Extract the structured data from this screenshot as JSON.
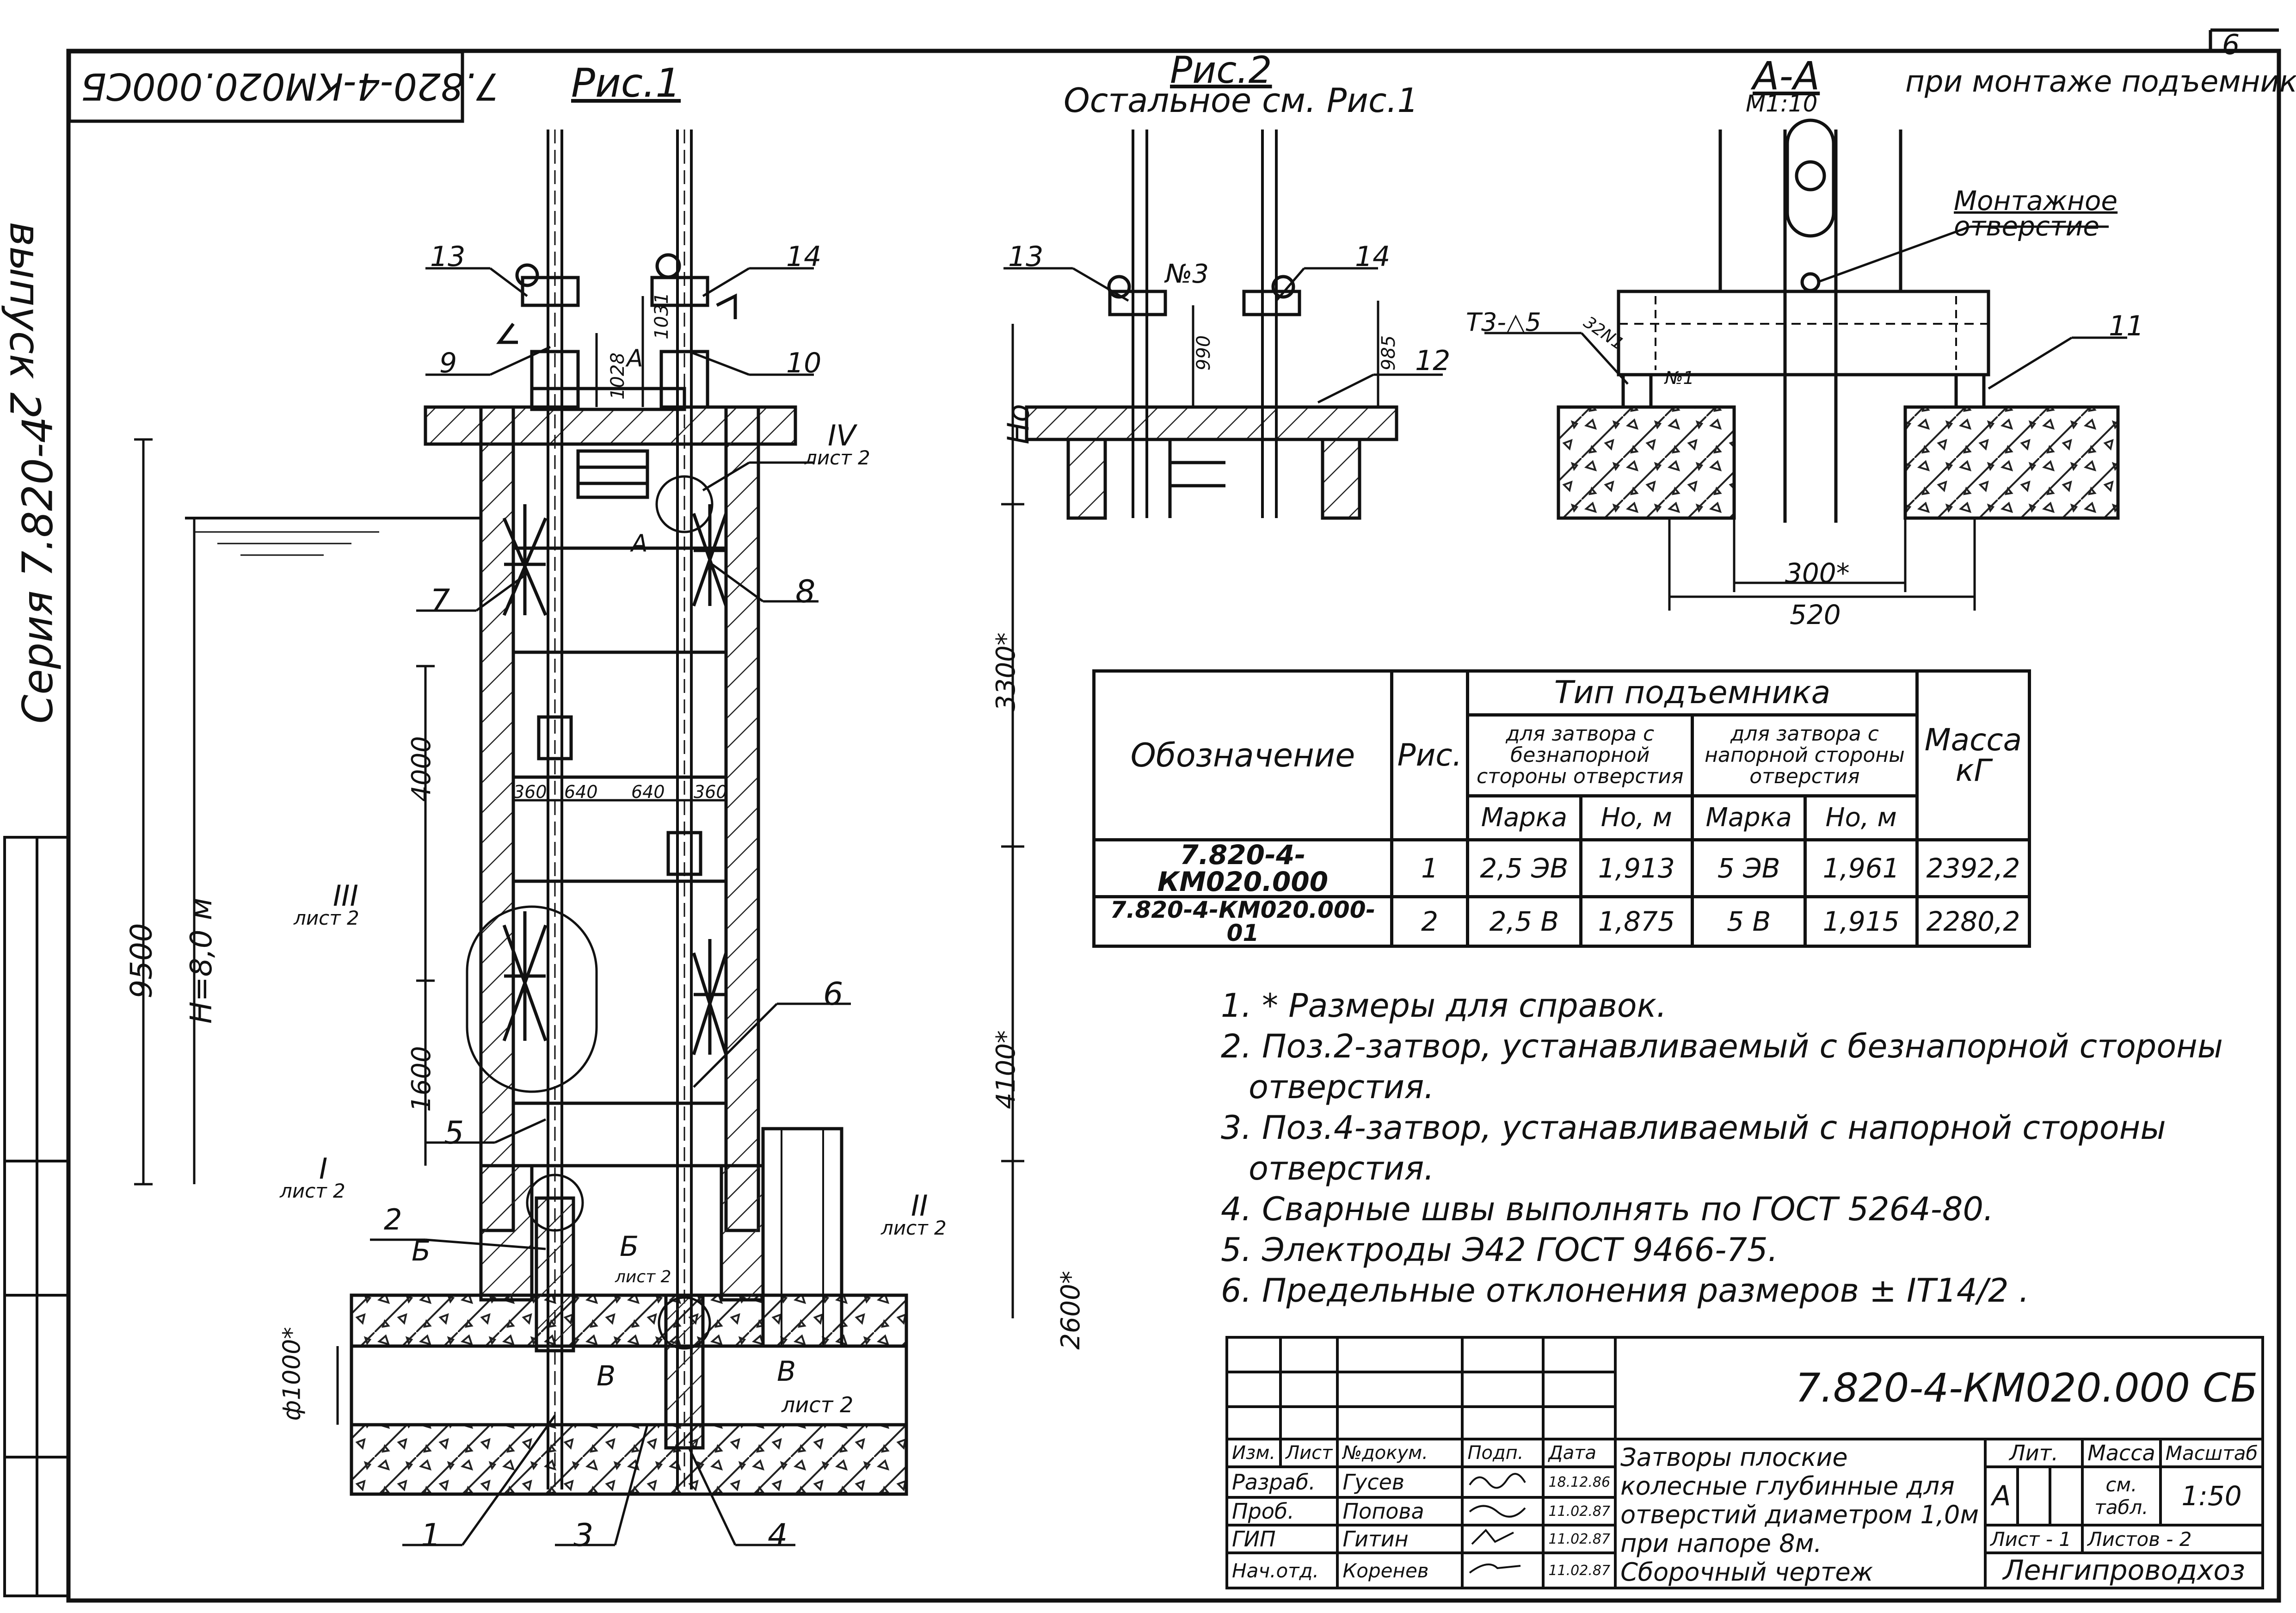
{
  "sheet": {
    "sheet_number": "6",
    "stamp_code_mirrored": "7.820-4-КМ020.000СБ",
    "series_margin": "Серия 7.820-4",
    "series_margin_tail": "выпуск 2"
  },
  "figures": {
    "fig1_title": "Рис.1",
    "fig2_title": "Рис.2",
    "fig2_subtitle": "Остальное см. Рис.1",
    "section_title": "А-А",
    "section_scale": "М1:10",
    "section_note": "при монтаже подъемника",
    "mounting_hole_label_line1": "Монтажное",
    "mounting_hole_label_line2": "отверстие"
  },
  "fig1_labels": {
    "pos13": "13",
    "pos14": "14",
    "pos9": "9",
    "pos10": "10",
    "pos7": "7",
    "pos8": "8",
    "pos6": "6",
    "pos5": "5",
    "pos2": "2",
    "pos1": "1",
    "pos3": "3",
    "pos4": "4",
    "dim1028": "1028",
    "dim1031": "1031",
    "sectA": "А",
    "sectA2": "А",
    "ho": "Но",
    "dim9500": "9500",
    "dimH": "Н=8,0 м",
    "dim4000": "4000",
    "dim1600": "1600",
    "dim3300": "3300*",
    "dim4100": "4100*",
    "dim2600": "2600*",
    "dim360a": "360",
    "dim640a": "640",
    "dim640b": "640",
    "dim360b": "360",
    "callIV": "IV",
    "callIV_sheet": "лист 2",
    "callIII": "III",
    "callIII_sheet": "лист 2",
    "callI": "I",
    "callI_sheet": "лист 2",
    "callII": "II",
    "callII_sheet": "лист 2",
    "sectB": "Б",
    "sectB2": "Б",
    "sectB_sheet": "лист 2",
    "sectV": "В",
    "sectV2": "В",
    "sectV_sheet": "лист 2",
    "diam": "ф1000*"
  },
  "fig2_labels": {
    "pos13": "13",
    "pos14": "14",
    "no3": "№3",
    "pos12": "12",
    "dim990": "990",
    "dim985": "985"
  },
  "section_labels": {
    "pos11": "11",
    "weld": "Т3-△5",
    "weld_len": "32N1",
    "no1": "№1",
    "dim300": "300*",
    "dim520": "520"
  },
  "spec_table": {
    "col_designation": "Обозначение",
    "col_fig": "Рис.",
    "col_type": "Тип подъемника",
    "col_type_a": "для затвора с безнапорной стороны отверстия",
    "col_type_b": "для затвора с напорной стороны отверстия",
    "col_mass": "Масса кГ",
    "sub_mark_a": "Марка",
    "sub_h_a": "Но, м",
    "sub_mark_b": "Марка",
    "sub_h_b": "Но, м",
    "rows": [
      {
        "designation": "7.820-4-КМ020.000",
        "fig": "1",
        "mark_a": "2,5 ЭВ",
        "h_a": "1,913",
        "mark_b": "5 ЭВ",
        "h_b": "1,961",
        "mass": "2392,2"
      },
      {
        "designation": "7.820-4-КМ020.000-01",
        "fig": "2",
        "mark_a": "2,5 В",
        "h_a": "1,875",
        "mark_b": "5 В",
        "h_b": "1,915",
        "mass": "2280,2"
      }
    ]
  },
  "notes": [
    "1. * Размеры для справок.",
    "2. Поз.2-затвор, устанавливаемый с безнапорной стороны",
    "отверстия.",
    "3. Поз.4-затвор, устанавливаемый с напорной стороны",
    "отверстия.",
    "4. Сварные швы выполнять по ГОСТ 5264-80.",
    "5. Электроды Э42 ГОСТ 9466-75.",
    "6. Предельные отклонения размеров ± IT14/2 ."
  ],
  "title_block": {
    "doc_code": "7.820-4-КМ020.000 СБ",
    "title": "Затворы плоские колесные глубинные для отверстий диаметром 1,0м при напоре 8м.",
    "subtitle": "Сборочный чертеж",
    "h_izm": "Изм.",
    "h_list": "Лист",
    "h_doc": "№докум.",
    "h_sign": "Подп.",
    "h_date": "Дата",
    "h_lit": "Лит.",
    "h_mass": "Масса",
    "h_scale": "Масштаб",
    "lit": "А",
    "mass": "см. табл.",
    "scale": "1:50",
    "sheet": "Лист - 1",
    "sheets": "Листов - 2",
    "org": "Ленгипроводхоз",
    "people": [
      {
        "role": "Разраб.",
        "name": "Гусев",
        "date": "18.12.86"
      },
      {
        "role": "Проб.",
        "name": "Попова",
        "date": "11.02.87"
      },
      {
        "role": "ГИП",
        "name": "Гитин",
        "date": "11.02.87"
      },
      {
        "role": "Нач.отд.",
        "name": "Коренев",
        "date": "11.02.87"
      }
    ]
  }
}
